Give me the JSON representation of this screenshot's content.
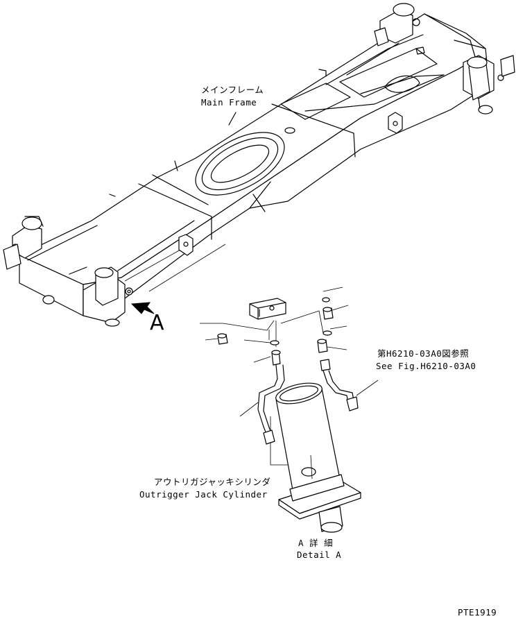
{
  "labels": {
    "main_frame_jp": "メインフレーム",
    "main_frame_en": "Main Frame",
    "view_marker": "A",
    "ref_jp": "第H6210-03A0図参照",
    "ref_en": "See Fig.H6210-03A0",
    "cylinder_jp": "アウトリガジャッキシリンダ",
    "cylinder_en": "Outrigger Jack Cylinder",
    "detail_jp": "A 詳 細",
    "detail_en": "Detail A",
    "figure_id": "PTE1919"
  }
}
